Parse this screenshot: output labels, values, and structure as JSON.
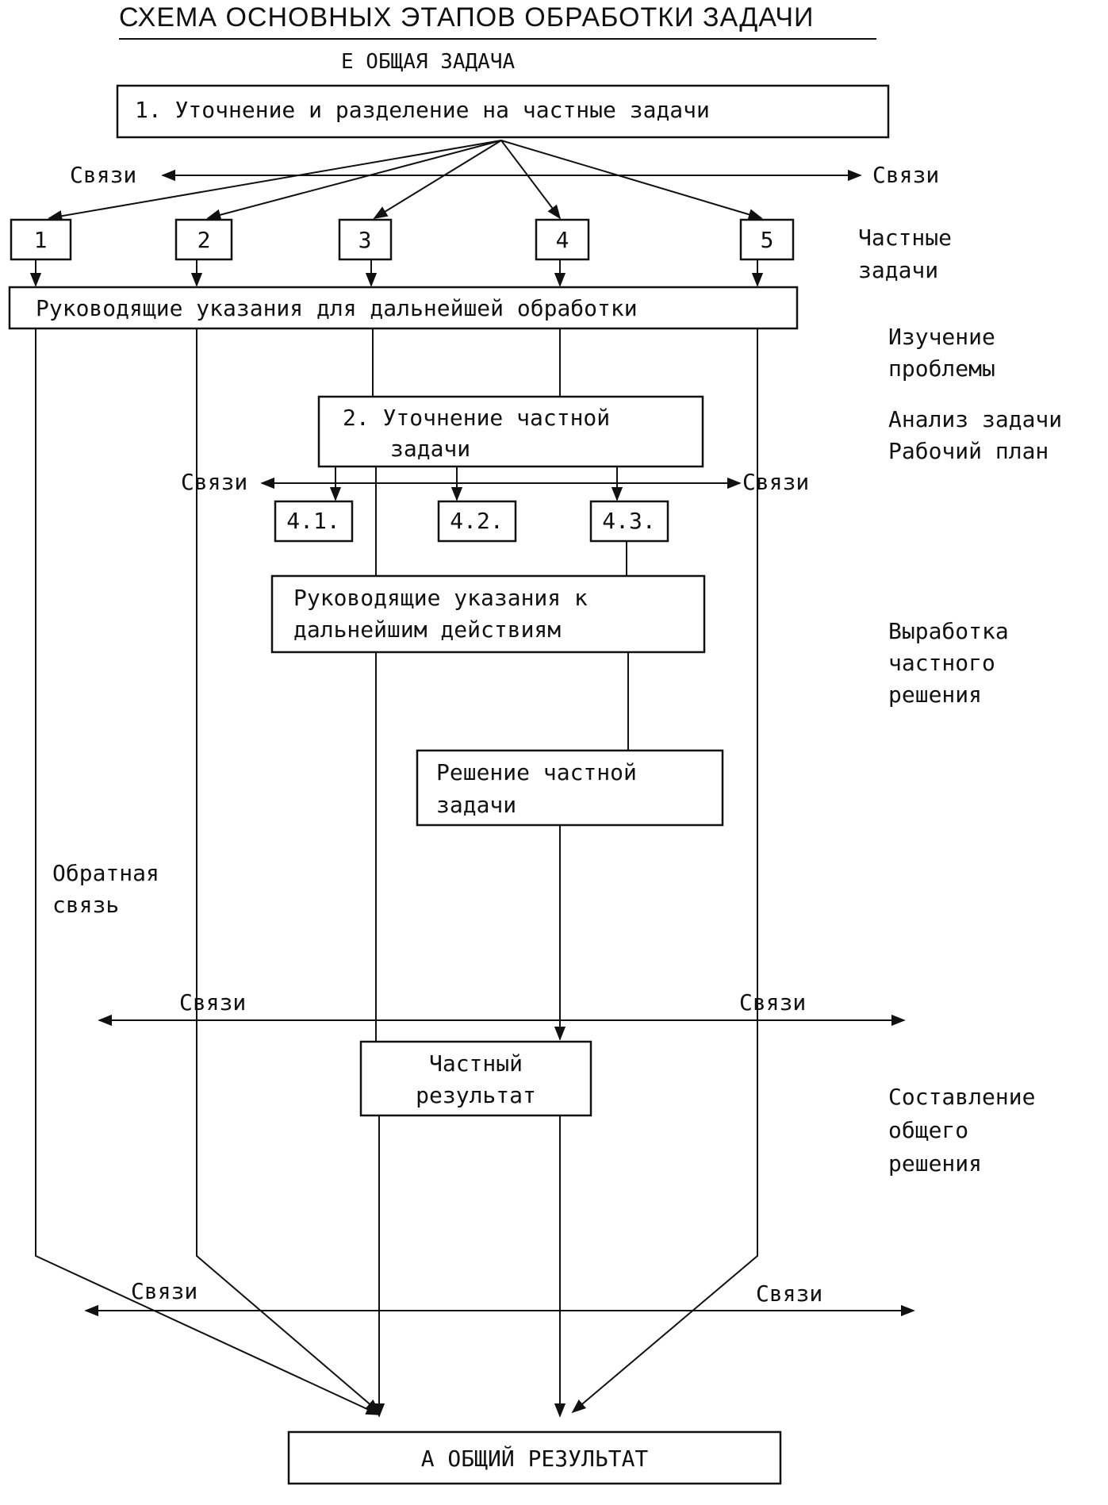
{
  "title": "СХЕМА ОСНОВНЫХ ЭТАПОВ ОБРАБОТКИ ЗАДАЧИ",
  "general_task": "Е ОБЩАЯ ЗАДАЧА",
  "links_label": "Связи",
  "feedback": [
    "Обратная",
    "связь"
  ],
  "boxes": {
    "refine_split": "1. Уточнение и разделение на частные задачи",
    "subtasks": [
      "1",
      "2",
      "3",
      "4",
      "5"
    ],
    "guidelines": "Руководящие указания для дальнейшей обработки",
    "refine_partial": [
      "2. Уточнение частной",
      "задачи"
    ],
    "sub_subtasks": [
      "4.1.",
      "4.2.",
      "4.3."
    ],
    "guidelines_actions": [
      "Руководящие указания к",
      "дальнейшим действиям"
    ],
    "partial_solution": [
      "Решение частной",
      "задачи"
    ],
    "partial_result": [
      "Частный",
      "результат"
    ],
    "general_result": "А ОБЩИЙ РЕЗУЛЬТАТ"
  },
  "stages": {
    "partial_tasks": [
      "Частные",
      "задачи"
    ],
    "study": [
      "Изучение",
      "проблемы"
    ],
    "analysis": [
      "Анализ задачи",
      "Рабочий план"
    ],
    "develop": [
      "Выработка",
      "частного",
      "решения"
    ],
    "compose": [
      "Составление",
      "общего",
      "решения"
    ]
  }
}
